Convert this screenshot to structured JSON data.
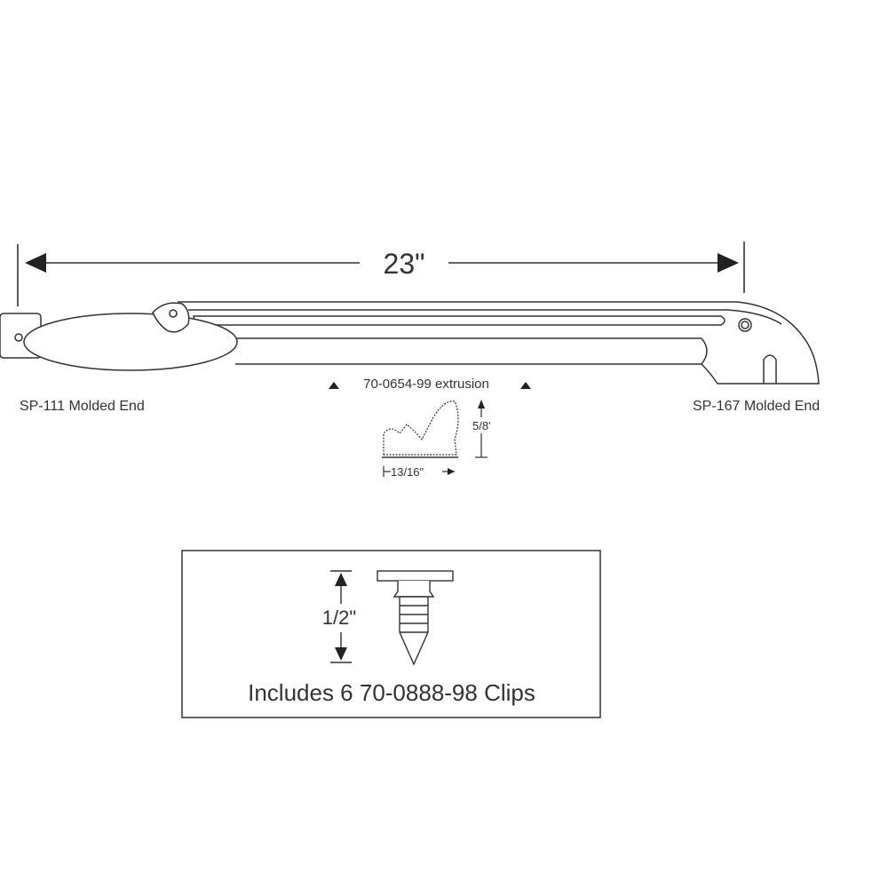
{
  "overall_length": "23\"",
  "left_end_label": "SP-111 Molded End",
  "right_end_label": "SP-167 Molded End",
  "extrusion_label": "70-0654-99 extrusion",
  "profile_height": "5/8'",
  "profile_width": "13/16\"",
  "clip_box": {
    "height_label": "1/2\"",
    "caption": "Includes 6 70-0888-98 Clips"
  }
}
